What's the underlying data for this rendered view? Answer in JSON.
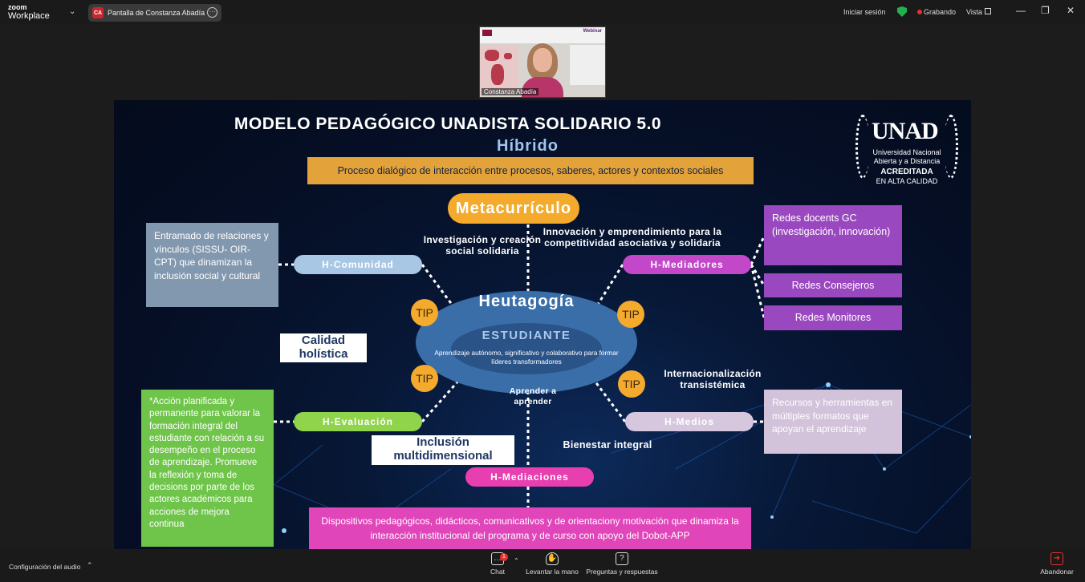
{
  "topbar": {
    "logo_line1": "zoom",
    "logo_line2": "Workplace",
    "share_avatar": "CA",
    "share_label": "Pantalla de Constanza Abadía",
    "signin": "Iniciar sesión",
    "recording": "Grabando",
    "view": "Vista",
    "minimize": "—",
    "restore": "❐",
    "close": "✕"
  },
  "video": {
    "webinar_label": "Webinar",
    "participant_name": "Constanza Abadía"
  },
  "slide": {
    "title": "MODELO PEDAGÓGICO UNADISTA SOLIDARIO 5.0",
    "subtitle": "Híbrido",
    "logo": {
      "word": "UNAD",
      "line1": "Universidad Nacional",
      "line2": "Abierta y a Distancia",
      "line3": "ACREDITADA",
      "line4": "EN ALTA CALIDAD"
    },
    "dialog": "Proceso dialógico de interacción entre procesos, saberes, actores  y contextos sociales",
    "metacurriculo": "Metacurrículo",
    "pills": {
      "comunidad": "H-Comunidad",
      "mediadores": "H-Mediadores",
      "evaluacion": "H-Evaluación",
      "medios": "H-Medios",
      "mediaciones": "H-Mediaciones"
    },
    "boxes": {
      "entramado": "Entramado de relaciones y vínculos (SISSU- OIR- CPT) que dinamizan la inclusión social  y cultural",
      "redes_gc": "Redes docents GC (investigación, innovación)",
      "redes_consejeros": "Redes Consejeros",
      "redes_monitores": "Redes Monitores",
      "accion": "*Acción planificada y permanente para valorar la formación integral del estudiante con relación a su desempeño en el proceso de aprendizaje. Promueve la reflexión y toma de decisions por parte de los actores académicos para acciones de mejora continua",
      "recursos": "Recursos y herramientas en múltiples formatos que apoyan el aprendizaje",
      "dispositivos": "Dispositivos pedagógicos, didácticos, comunicativos y de orientaciony motivación que dinamiza la interacción institucional del programa y de curso con apoyo del Dobot-APP"
    },
    "labels": {
      "calidad": "Calidad holística",
      "inclusion": "Inclusión multidimensional"
    },
    "floating": {
      "investigacion": "Investigación y creación social solidaria",
      "innovacion": "Innovación y emprendimiento para la competitividad asociativa y solidaria",
      "internacionalizacion": "Internacionalización transistémica",
      "aprender": "Aprender a aprender",
      "bienestar": "Bienestar integral"
    },
    "center": {
      "heutagogia": "Heutagogía",
      "estudiante": "ESTUDIANTE",
      "aprendizaje": "Aprendizaje autónomo, significativo y colaborativo para formar líderes transformadores"
    },
    "tip": "TIP",
    "colors": {
      "orange": "#f4aa2c",
      "purple": "#9a48bf",
      "green": "#6fc44a",
      "pink": "#e045b9",
      "grayblue": "#8298af"
    }
  },
  "bottombar": {
    "audio": "Configuración del audio",
    "chat": "Chat",
    "chat_badge": "1",
    "raise_hand": "Levantar la mano",
    "qa": "Preguntas y respuestas",
    "leave": "Abandonar"
  }
}
